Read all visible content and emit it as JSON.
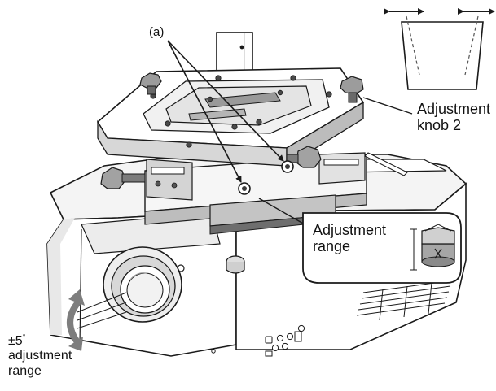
{
  "labels": {
    "callout_a": "(a)",
    "adjustment_knob": [
      "Adjustment",
      "knob 2"
    ],
    "adjustment_range": [
      "Adjustment",
      "range"
    ],
    "tilt_range": {
      "value": "±5",
      "unit": "°",
      "lines": [
        "adjustment",
        "range"
      ]
    }
  },
  "colors": {
    "line": "#1a1a1a",
    "shade_light": "#e6e6e6",
    "shade_mid": "#c8c8c8",
    "shade_dark": "#8e8e8e",
    "shade_deep": "#555555"
  }
}
